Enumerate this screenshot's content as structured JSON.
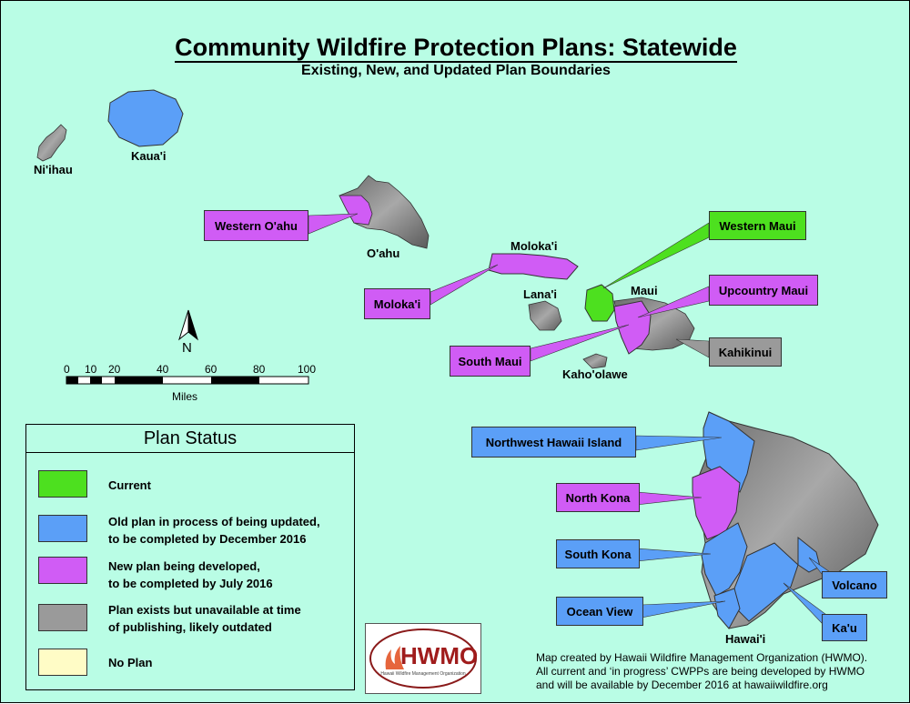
{
  "title": "Community Wildfire Protection Plans: Statewide",
  "subtitle": "Existing, New, and Updated Plan Boundaries",
  "colors": {
    "background": "#b9fde5",
    "current": "#4de01f",
    "updating": "#5b9ff7",
    "new_plan": "#d05cf5",
    "outdated": "#9a9a9a",
    "no_plan": "#fffcc6"
  },
  "islands": {
    "niihau": "Ni'ihau",
    "kauai": "Kaua'i",
    "oahu": "O'ahu",
    "molokai": "Moloka'i",
    "lanai": "Lana'i",
    "maui": "Maui",
    "kahoolawe": "Kaho'olawe",
    "hawaii": "Hawai'i"
  },
  "plan_areas": {
    "western_oahu": "Western O'ahu",
    "molokai": "Moloka'i",
    "western_maui": "Western Maui",
    "upcountry_maui": "Upcountry Maui",
    "south_maui": "South Maui",
    "kahikinui": "Kahikinui",
    "northwest_hawaii": "Northwest Hawaii Island",
    "north_kona": "North Kona",
    "south_kona": "South Kona",
    "ocean_view": "Ocean View",
    "volcano": "Volcano",
    "kau": "Ka'u"
  },
  "north_arrow": "N",
  "scale": {
    "ticks": [
      "0",
      "10",
      "20",
      "40",
      "60",
      "80",
      "100"
    ],
    "unit": "Miles"
  },
  "legend": {
    "title": "Plan Status",
    "items": [
      {
        "color": "#4de01f",
        "line1": "Current",
        "line2": ""
      },
      {
        "color": "#5b9ff7",
        "line1": "Old plan in process of being updated,",
        "line2": "to be completed by December 2016"
      },
      {
        "color": "#d05cf5",
        "line1": "New plan being developed,",
        "line2": "to be completed by July 2016"
      },
      {
        "color": "#9a9a9a",
        "line1": "Plan exists but unavailable at time",
        "line2": "of publishing, likely outdated"
      },
      {
        "color": "#fffcc6",
        "line1": "No Plan",
        "line2": ""
      }
    ]
  },
  "logo": {
    "text": "HWMO",
    "tagline": "Hawaii Wildfire Management Organization"
  },
  "credit": {
    "line1": "Map created by Hawaii Wildfire Management Organization (HWMO).",
    "line2": "All current and ‘in progress’ CWPPs are being developed by HWMO",
    "line3": "and will be available by December 2016 at hawaiiwildfire.org"
  }
}
